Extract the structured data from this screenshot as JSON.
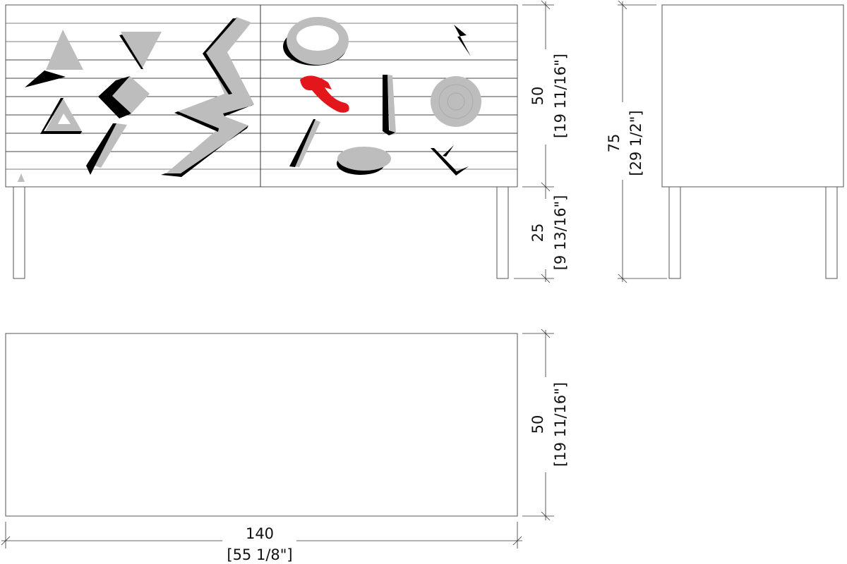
{
  "front_elevation": {
    "panel_height": {
      "value": "50",
      "imperial": "[19 11/16\"]"
    },
    "leg_height": {
      "value": "25",
      "imperial": "[9 13/16\"]"
    }
  },
  "side_elevation": {
    "total_height": {
      "value": "75",
      "imperial": "[29 1/2\"]"
    }
  },
  "top_view": {
    "depth": {
      "value": "50",
      "imperial": "[19 11/16\"]"
    },
    "width": {
      "value": "140",
      "imperial": "[55 1/8\"]"
    }
  },
  "colors": {
    "accent": "#e3161b",
    "shape_fill": "#bdbdbd",
    "shadow": "#000000"
  }
}
